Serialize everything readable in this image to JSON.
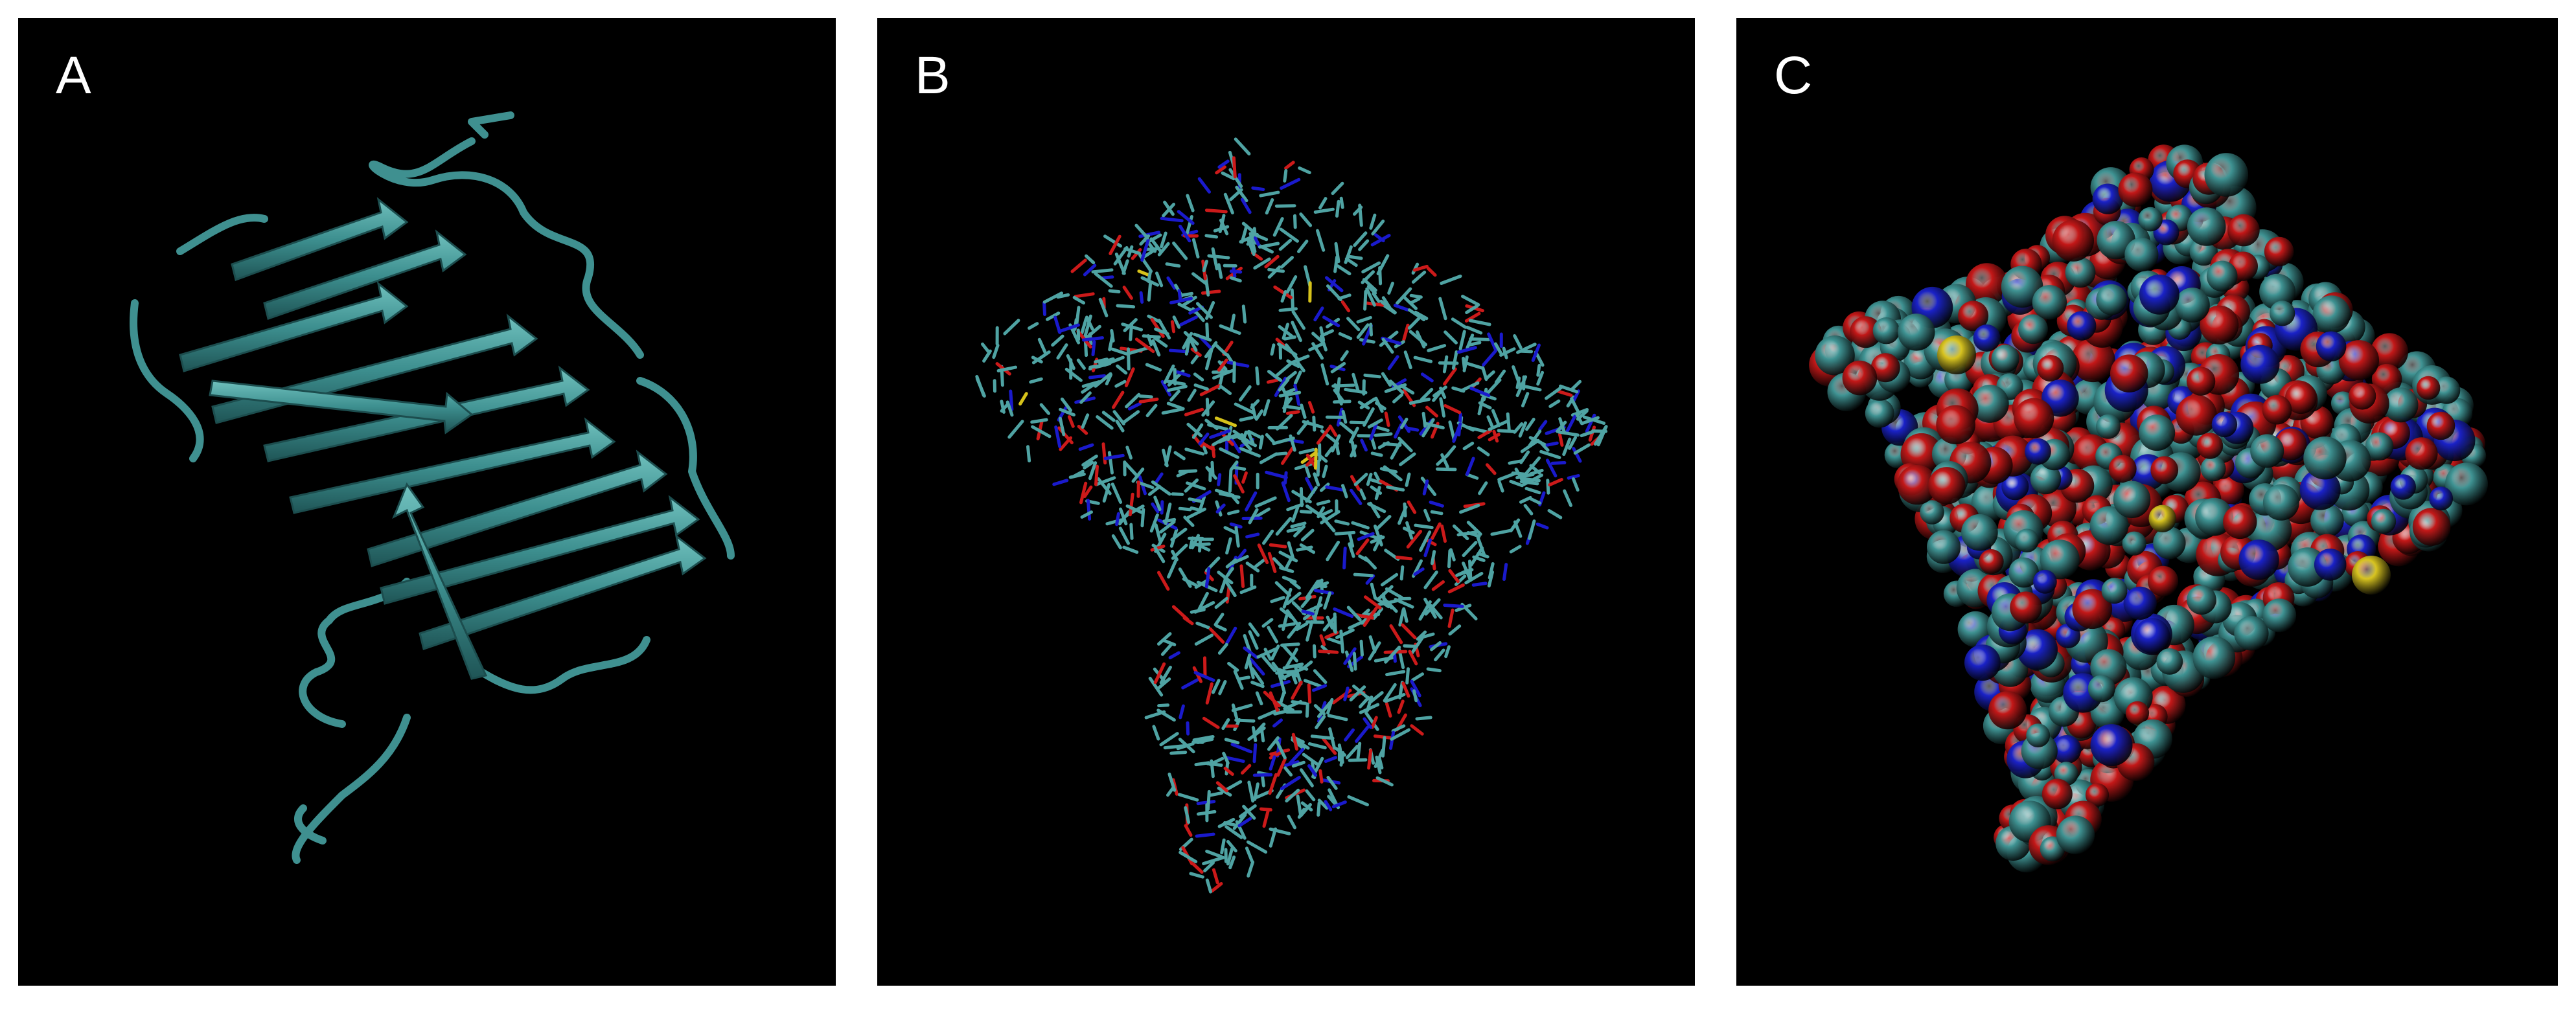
{
  "figure": {
    "panels": [
      {
        "label": "A",
        "representation": "cartoon-ribbon",
        "colors": {
          "ribbon": "#3d8f8f",
          "ribbon_light": "#5fb3b0",
          "ribbon_dark": "#235f60"
        }
      },
      {
        "label": "B",
        "representation": "licorice-sticks",
        "colors": {
          "carbon": "#4fa3a3",
          "nitrogen": "#1a1acc",
          "oxygen": "#cc1a1a",
          "sulfur": "#d6c21a"
        }
      },
      {
        "label": "C",
        "representation": "space-filling-surface",
        "colors": {
          "carbon": "#3f9393",
          "nitrogen": "#1a22c8",
          "oxygen": "#c41818",
          "sulfur": "#d8c420"
        }
      }
    ]
  }
}
